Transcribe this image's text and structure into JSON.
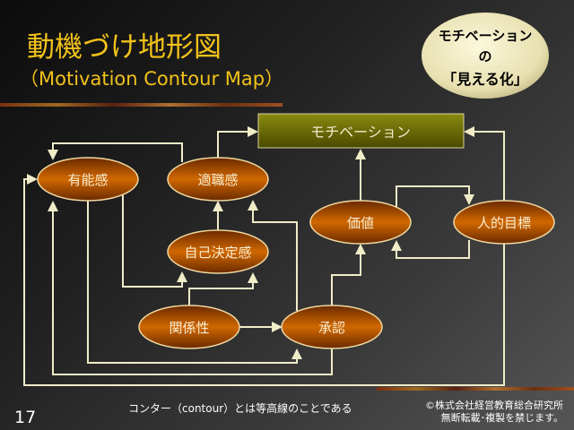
{
  "title": "動機づけ地形図",
  "subtitle": "（Motivation Contour Map）",
  "badge": {
    "line1": "モチベーション",
    "line2": "の",
    "line3": "「見える化」"
  },
  "diagram": {
    "target": "モチベーション",
    "nodes": {
      "competence": "有能感",
      "fit": "適職感",
      "autonomy": "自己決定感",
      "relatedness": "関係性",
      "recognition": "承認",
      "value": "価値",
      "personal_goal": "人的目標"
    }
  },
  "footer": {
    "page_number": "17",
    "note": "コンター（contour）とは等高線のことである",
    "copyright_line1": "©株式会社経営教育総合研究所",
    "copyright_line2": "無断転載･複製を禁じます。"
  },
  "colors": {
    "title": "#f2c21a",
    "node": "#c05a00",
    "line": "#f0ecc8",
    "target": "#6b6a00"
  }
}
